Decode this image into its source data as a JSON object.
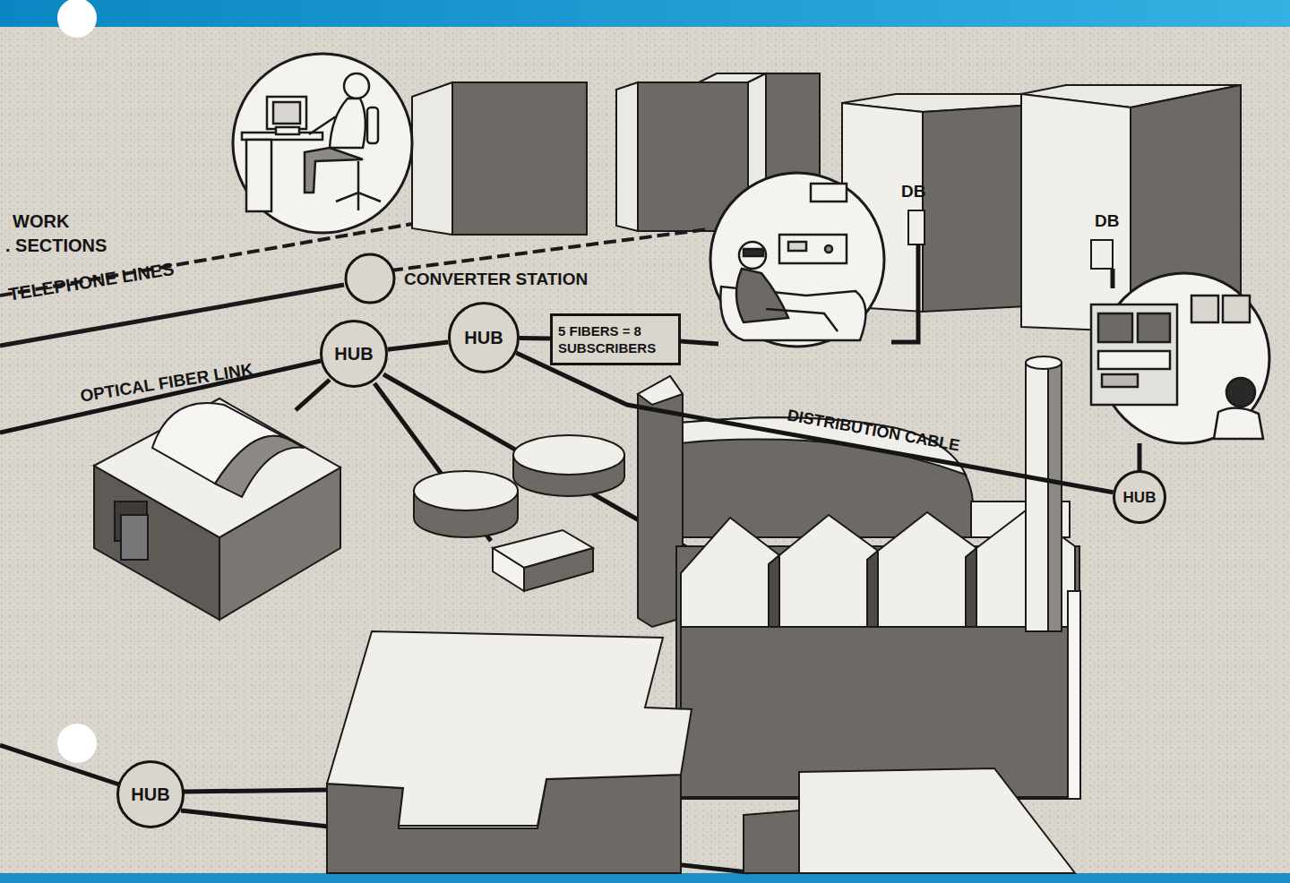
{
  "diagram": {
    "nodes": [
      {
        "text": [
          "CONVERTER STATION"
        ]
      },
      {
        "text": [
          "HUB"
        ]
      },
      {
        "text": [
          "5 FIBERS = 8 SUBSCRIBERS"
        ]
      },
      {
        "text": [
          "HUB"
        ]
      },
      {
        "text": [
          "HUB"
        ]
      },
      {
        "text": [
          "HUB"
        ]
      }
    ],
    "edges": [
      {
        "from": 3,
        "to": 1,
        "arrow": "none"
      },
      {
        "from": 1,
        "to": 2,
        "arrow": "none"
      },
      {
        "from": 1,
        "to": 4,
        "arrow": "none",
        "label": "DISTRIBUTION CABLE"
      }
    ],
    "labels": [
      "WORK",
      ". SECTIONS",
      "TELEPHONE LINES",
      "OPTICAL FIBER LINK",
      "DB",
      "DB"
    ]
  }
}
